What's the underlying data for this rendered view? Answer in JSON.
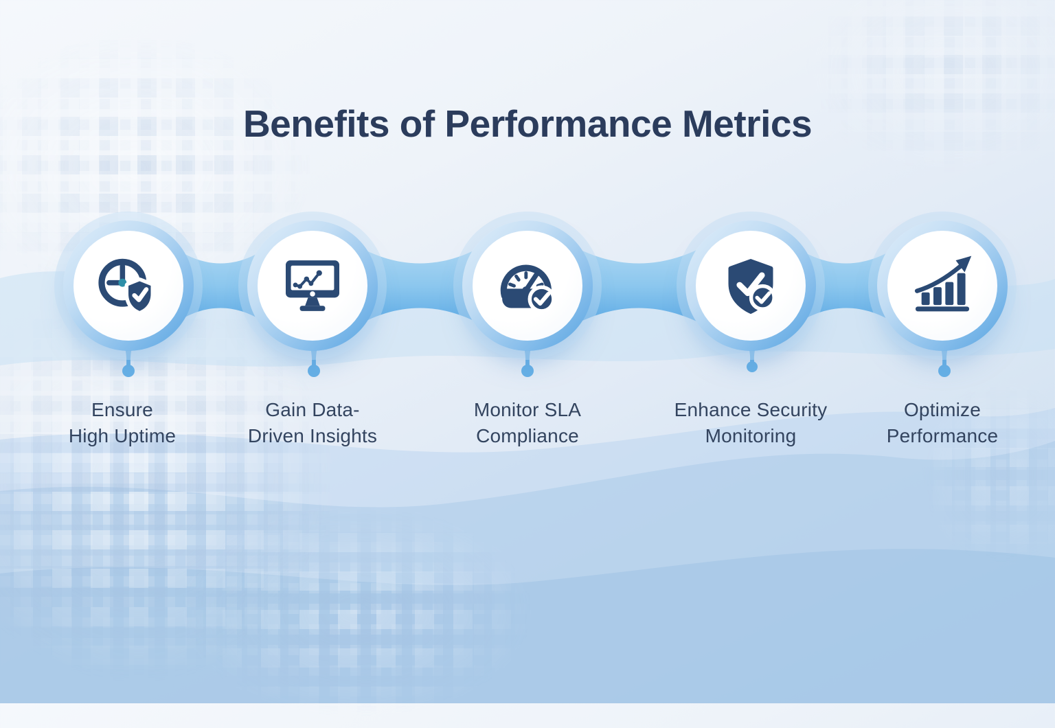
{
  "title": "Benefits of Performance Metrics",
  "items": [
    {
      "icon": "clock-shield-check-icon",
      "line1": "Ensure",
      "line2": "High Uptime"
    },
    {
      "icon": "monitor-chart-icon",
      "line1": "Gain Data-",
      "line2": "Driven Insights"
    },
    {
      "icon": "gauge-check-icon",
      "line1": "Monitor SLA",
      "line2": "Compliance"
    },
    {
      "icon": "shield-check-icon",
      "line1": "Enhance Security",
      "line2": "Monitoring"
    },
    {
      "icon": "bar-chart-growth-arrow-icon",
      "line1": "Optimize",
      "line2": "Performance"
    }
  ],
  "colors": {
    "title_text": "#2b3c5c",
    "label_text": "#33445f",
    "icon_navy": "#2b4a74",
    "icon_teal": "#2e8fa8",
    "ring_blue_light": "#e0eefa",
    "ring_blue_deep": "#55a3e1",
    "connector_blue": "#66b1e7",
    "droplet_blue": "#66b0e6",
    "background_top": "#f5f8fc",
    "background_bottom": "#c8dcef"
  }
}
